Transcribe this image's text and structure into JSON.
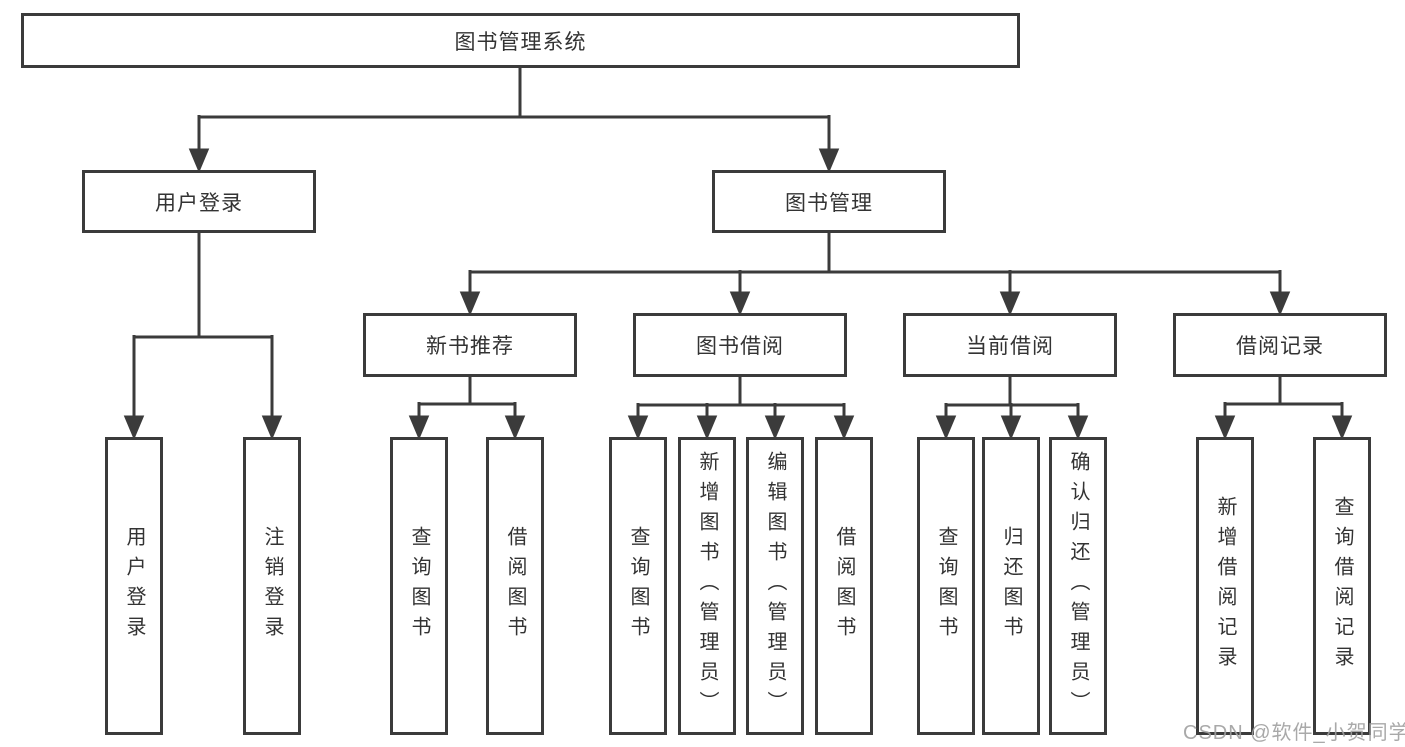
{
  "diagram": {
    "root": {
      "label": "图书管理系统"
    },
    "branches": [
      {
        "label": "用户登录",
        "children": [
          {
            "label": "用户登录"
          },
          {
            "label": "注销登录"
          }
        ]
      },
      {
        "label": "图书管理",
        "children": [
          {
            "label": "新书推荐",
            "children": [
              {
                "label": "查询图书"
              },
              {
                "label": "借阅图书"
              }
            ]
          },
          {
            "label": "图书借阅",
            "children": [
              {
                "label": "查询图书"
              },
              {
                "label": "新增图书（管理员）"
              },
              {
                "label": "编辑图书（管理员）"
              },
              {
                "label": "借阅图书"
              }
            ]
          },
          {
            "label": "当前借阅",
            "children": [
              {
                "label": "查询图书"
              },
              {
                "label": "归还图书"
              },
              {
                "label": "确认归还（管理员）"
              }
            ]
          },
          {
            "label": "借阅记录",
            "children": [
              {
                "label": "新增借阅记录"
              },
              {
                "label": "查询借阅记录"
              }
            ]
          }
        ]
      }
    ],
    "watermark": "CSDN @软件_小贺同学",
    "colors": {
      "line": "#3b3b3b",
      "text": "#333333",
      "watermark": "#a0a0a0",
      "background": "#ffffff"
    }
  }
}
